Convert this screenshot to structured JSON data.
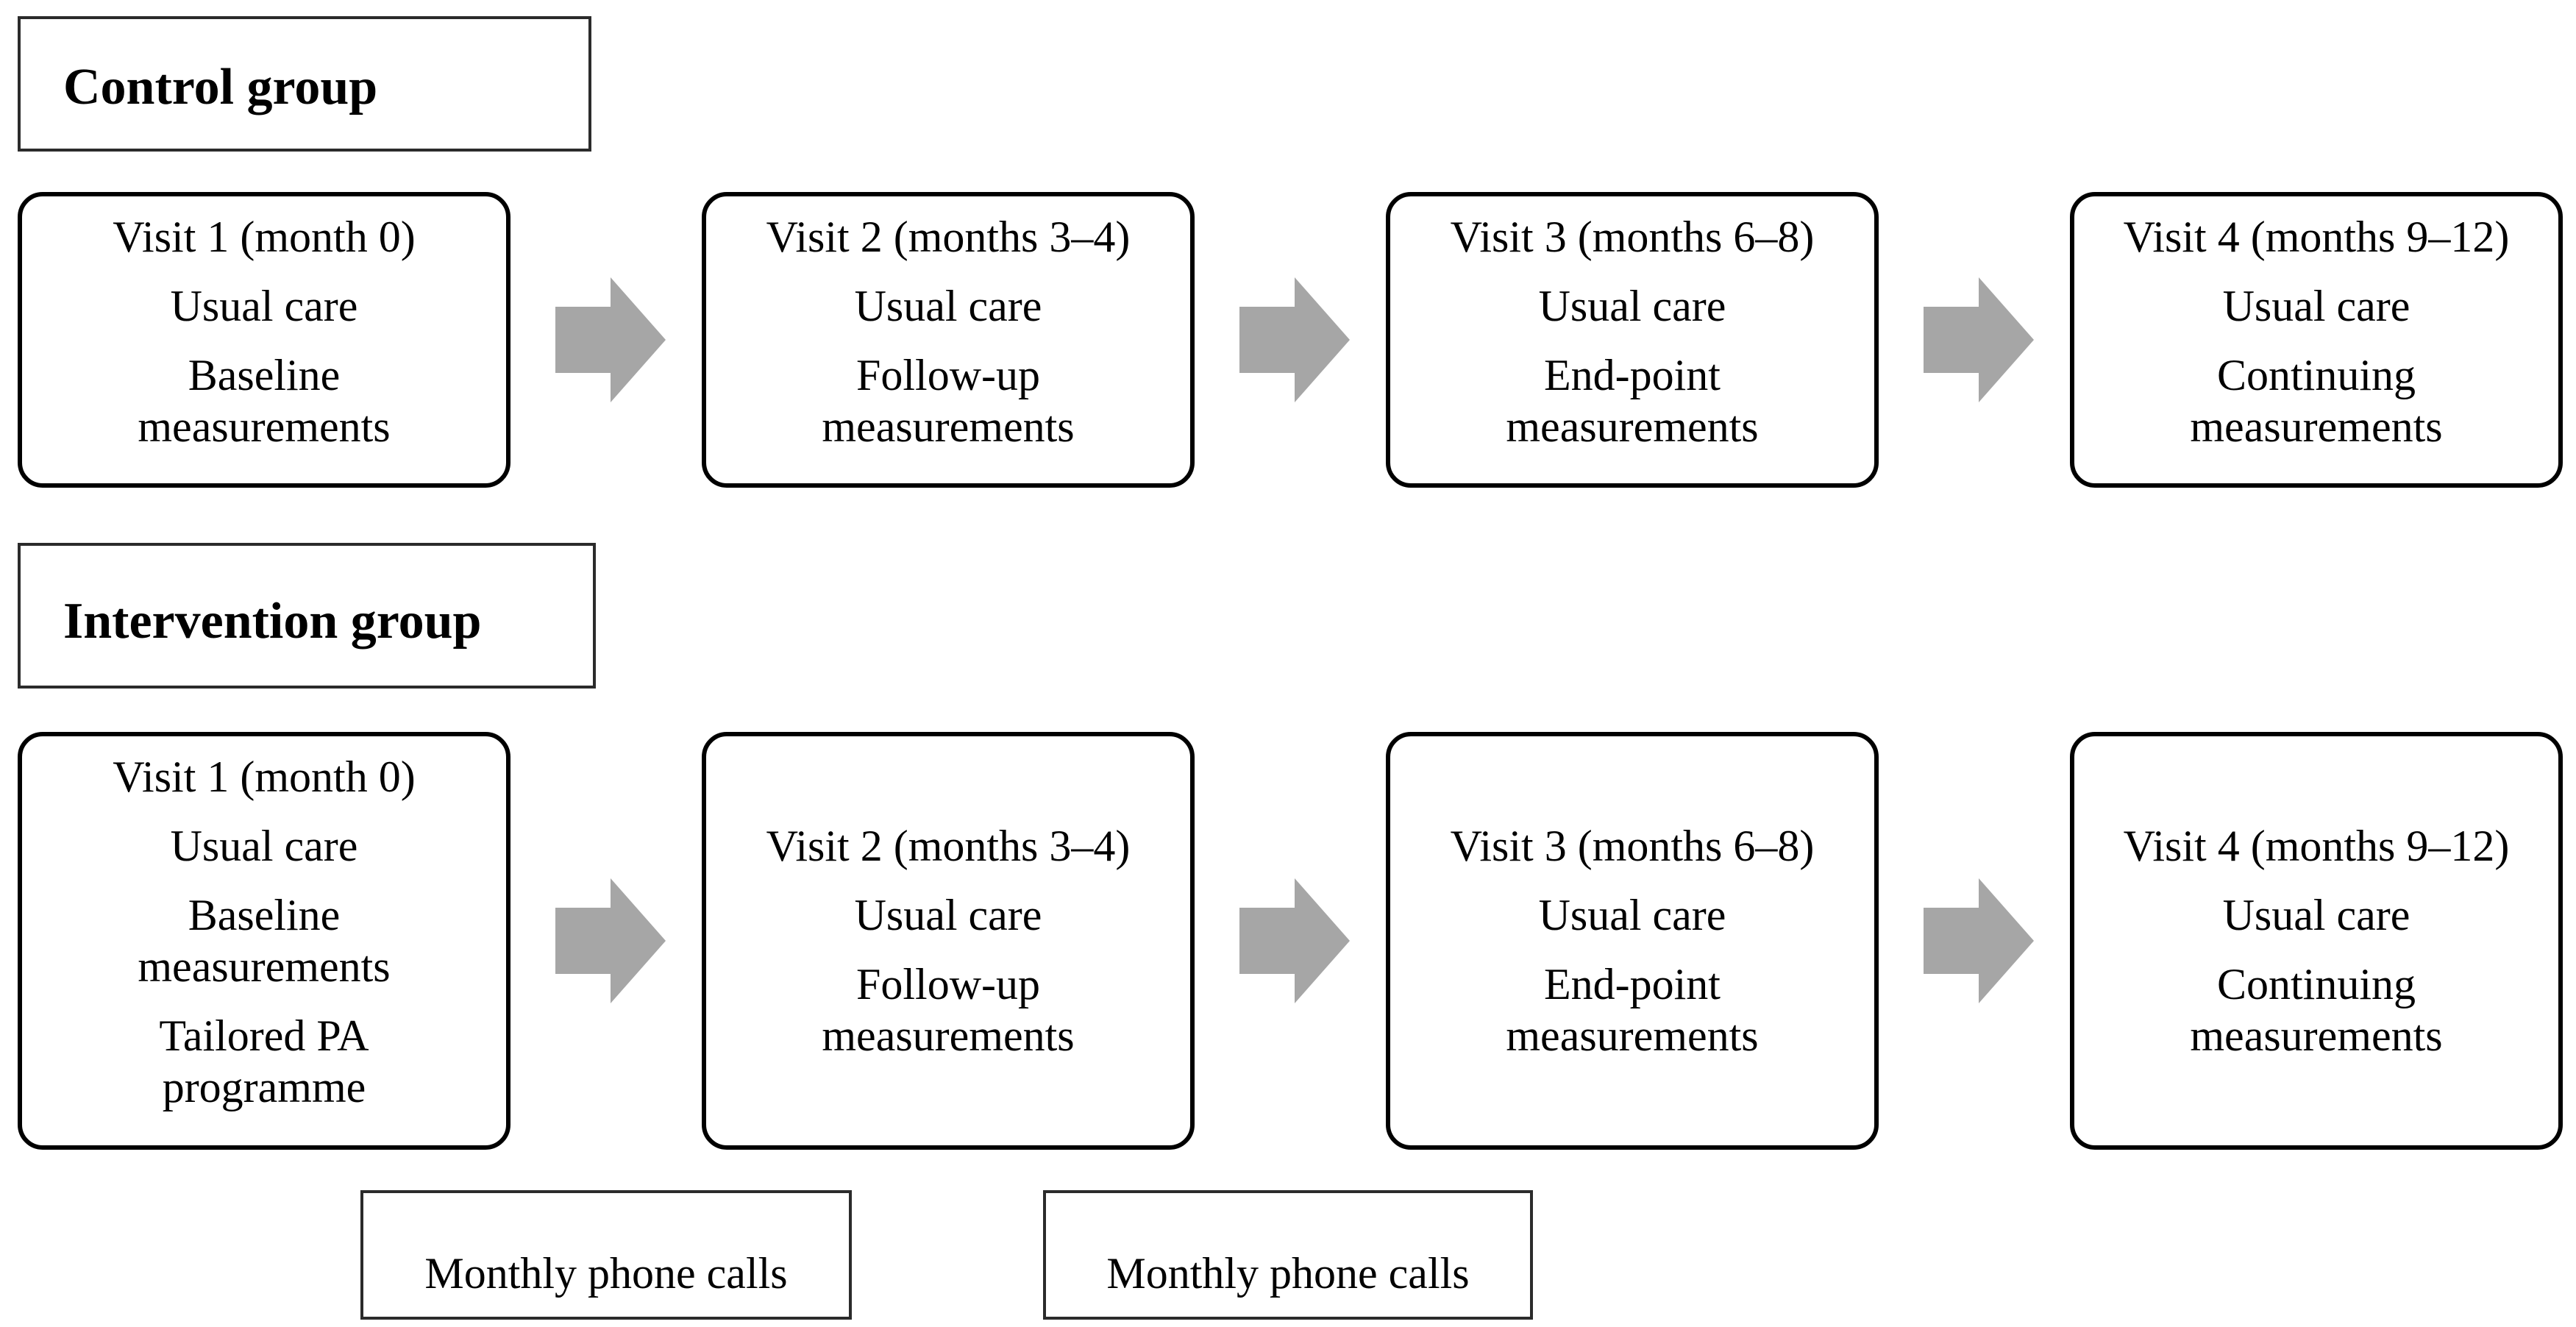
{
  "control": {
    "title": "Control group",
    "visits": [
      {
        "title": "Visit 1 (month 0)",
        "care": "Usual care",
        "m1": "Baseline",
        "m2": "measurements"
      },
      {
        "title": "Visit 2 (months 3–4)",
        "care": "Usual care",
        "m1": "Follow-up",
        "m2": "measurements"
      },
      {
        "title": "Visit 3 (months 6–8)",
        "care": "Usual care",
        "m1": "End-point",
        "m2": "measurements"
      },
      {
        "title": "Visit 4 (months 9–12)",
        "care": "Usual care",
        "m1": "Continuing",
        "m2": "measurements"
      }
    ]
  },
  "intervention": {
    "title": "Intervention group",
    "visits": [
      {
        "title": "Visit 1 (month 0)",
        "care": "Usual care",
        "m1": "Baseline",
        "m2": "measurements",
        "p1": "Tailored PA",
        "p2": "programme"
      },
      {
        "title": "Visit 2 (months 3–4)",
        "care": "Usual care",
        "m1": "Follow-up",
        "m2": "measurements"
      },
      {
        "title": "Visit 3 (months 6–8)",
        "care": "Usual care",
        "m1": "End-point",
        "m2": "measurements"
      },
      {
        "title": "Visit 4 (months 9–12)",
        "care": "Usual care",
        "m1": "Continuing",
        "m2": "measurements"
      }
    ],
    "notes": [
      "Monthly phone calls",
      "Monthly phone calls"
    ]
  },
  "colors": {
    "arrow": "#a6a6a6",
    "border": "#000000"
  },
  "icons": {
    "arrow": "right-block-arrow-icon"
  }
}
